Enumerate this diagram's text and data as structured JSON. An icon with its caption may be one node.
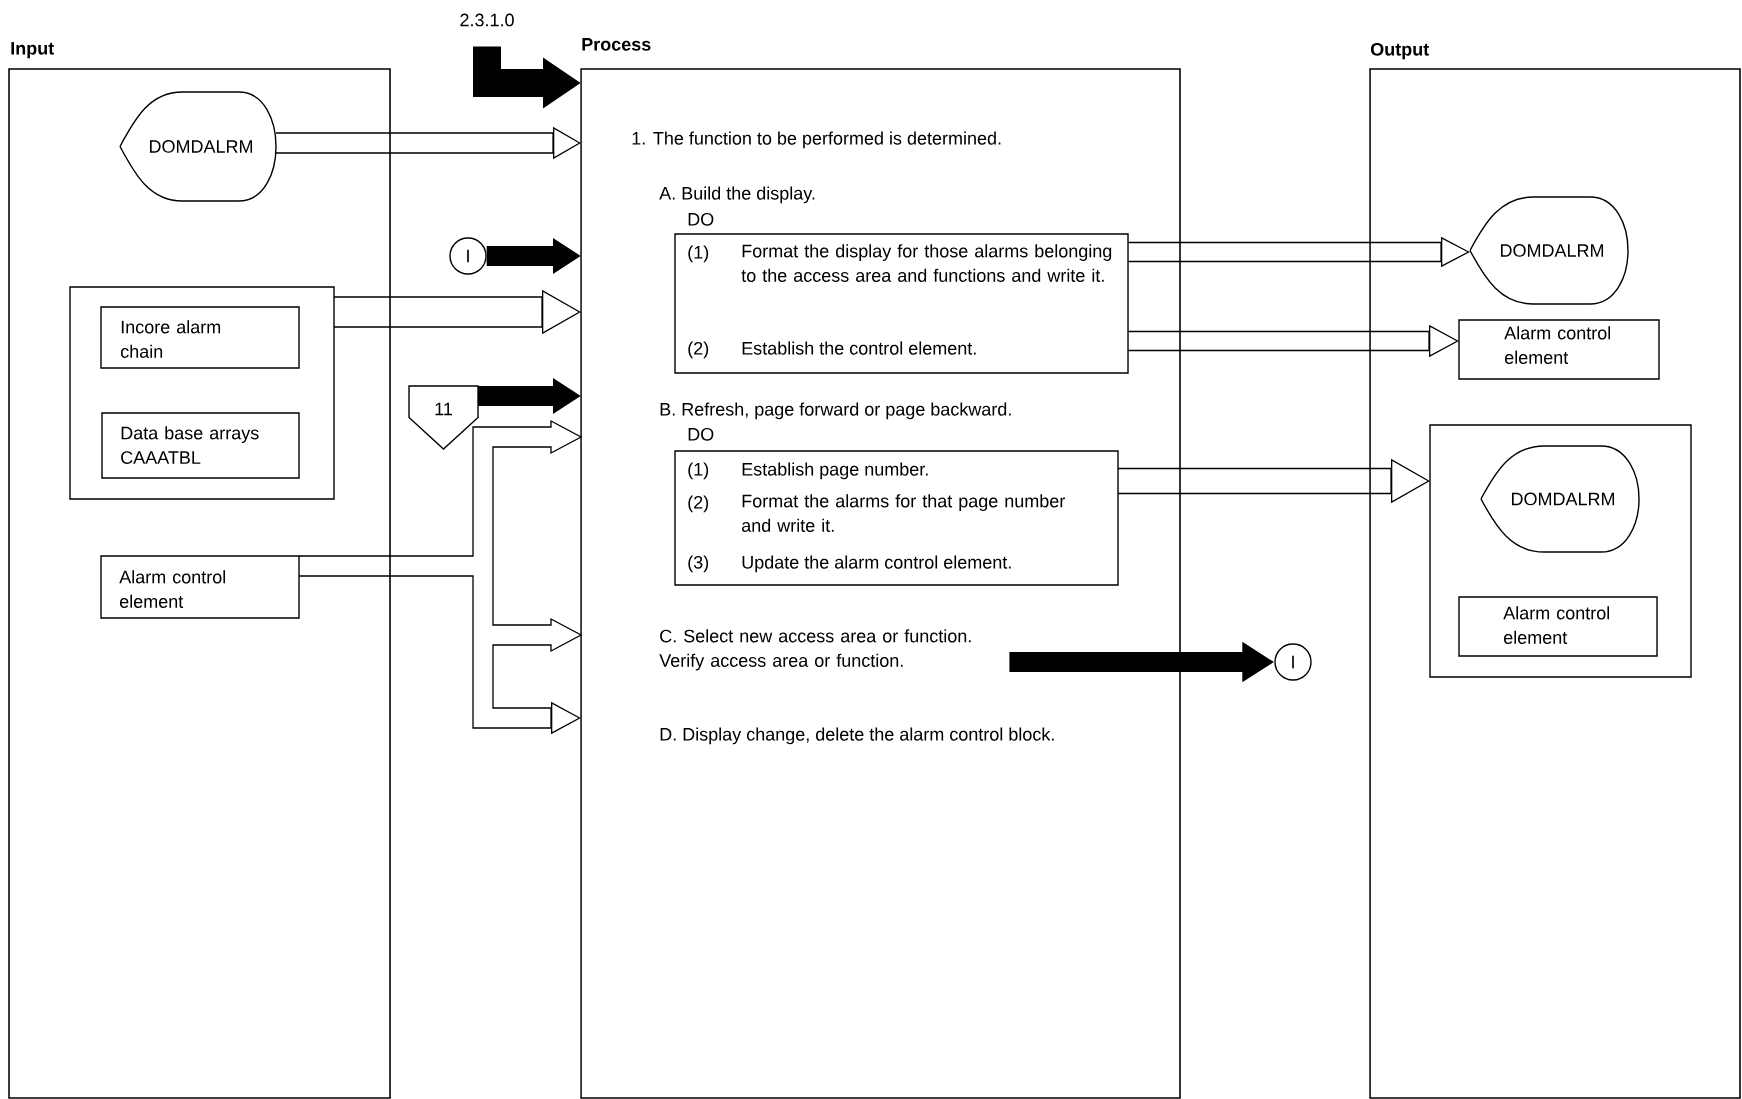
{
  "diagram": {
    "nodes": [
      {
        "text": [
          "Input"
        ]
      },
      {
        "text": [
          "DOMDALRM"
        ],
        "in": 0
      },
      {
        "text": [],
        "shape": "box",
        "in": 0
      },
      {
        "text": [
          "Incore alarm chain"
        ],
        "in": 2
      },
      {
        "text": [
          "Data base arrays CAAATBL"
        ],
        "in": 2
      },
      {
        "text": [
          "Alarm control element"
        ],
        "in": 0
      },
      {
        "text": [
          "2.3.1.0"
        ]
      },
      {
        "text": [
          "I"
        ]
      },
      {
        "text": [
          "11"
        ]
      },
      {
        "text": [
          "Process",
          "1. The function to be performed is determined.",
          "A. Build the display.",
          "DO",
          "B. Refresh, page forward or page backward.",
          "DO",
          "D. Display change, delete the alarm control block."
        ]
      },
      {
        "text": [
          "(1)",
          "Format the display for those alarms belonging to the access area and functions and write it.",
          "(2)",
          "Establish the control element."
        ],
        "in": 9
      },
      {
        "text": [
          "(1)",
          "Establish page number.",
          "(2)",
          "Format the alarms for that page number and write it.",
          "(3)",
          "Update the alarm control element."
        ],
        "in": 9
      },
      {
        "text": [
          "C. Select new access area or function. Verify access area or function."
        ],
        "in": 9
      },
      {
        "text": [
          "Output"
        ]
      },
      {
        "text": [
          "DOMDALRM"
        ],
        "in": 13
      },
      {
        "text": [
          "Alarm control element"
        ],
        "in": 13
      },
      {
        "text": [],
        "shape": "box",
        "in": 13
      },
      {
        "text": [
          "DOMDALRM"
        ],
        "in": 16
      },
      {
        "text": [
          "Alarm control element"
        ],
        "in": 16
      },
      {
        "text": [
          "I"
        ]
      }
    ],
    "edges": [
      {
        "from": 1,
        "to": 9,
        "arrow": "to"
      },
      {
        "from": 6,
        "to": 9,
        "arrow": "to",
        "style": "thick"
      },
      {
        "from": 7,
        "to": 9,
        "arrow": "to",
        "style": "thick"
      },
      {
        "from": 2,
        "to": 9,
        "arrow": "to"
      },
      {
        "from": 8,
        "to": 9,
        "arrow": "to",
        "style": "thick"
      },
      {
        "from": 5,
        "to": 9,
        "arrow": "to"
      },
      {
        "from": 10,
        "to": 14,
        "arrow": "to"
      },
      {
        "from": 10,
        "to": 15,
        "arrow": "to"
      },
      {
        "from": 11,
        "to": 16,
        "arrow": "to"
      },
      {
        "from": 12,
        "to": 19,
        "arrow": "to",
        "style": "thick"
      }
    ]
  }
}
